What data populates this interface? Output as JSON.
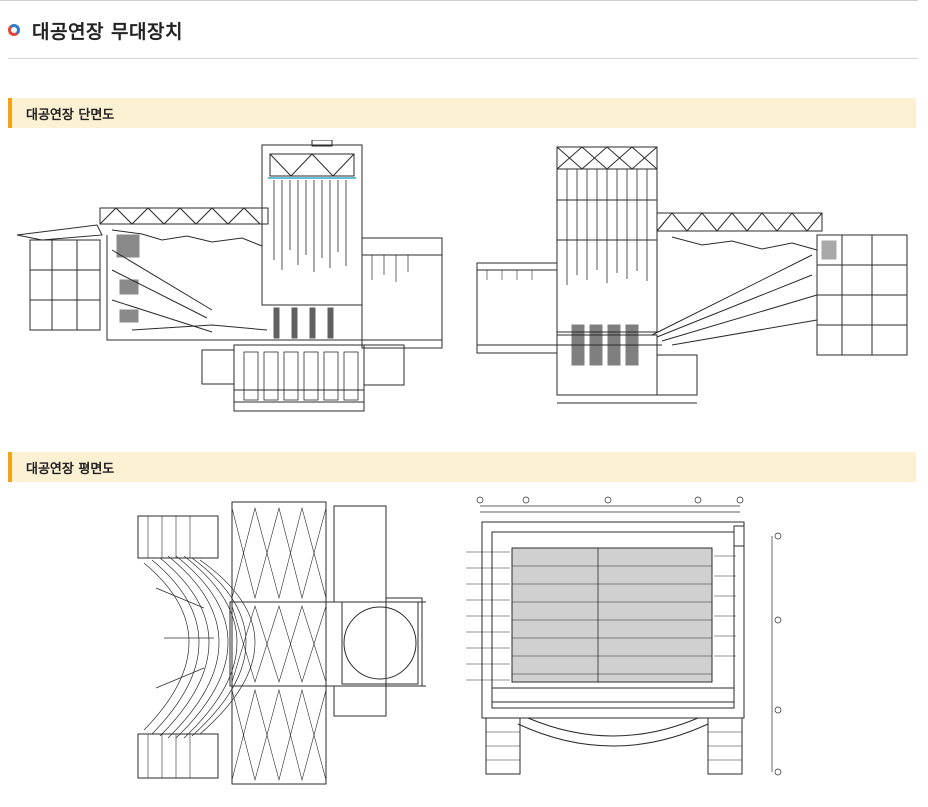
{
  "page": {
    "title": "대공연장 무대장치",
    "title_icon": "ring-icon"
  },
  "sections": [
    {
      "label": "대공연장 단면도"
    },
    {
      "label": "대공연장 평면도"
    }
  ],
  "colors": {
    "accent_orange": "#f2a31b",
    "section_bg": "#fdf1d4",
    "ring_red": "#e0463a",
    "ring_blue": "#2f7cc9",
    "line": "#2b2b2b",
    "cyan_line": "#3aa8c8"
  }
}
